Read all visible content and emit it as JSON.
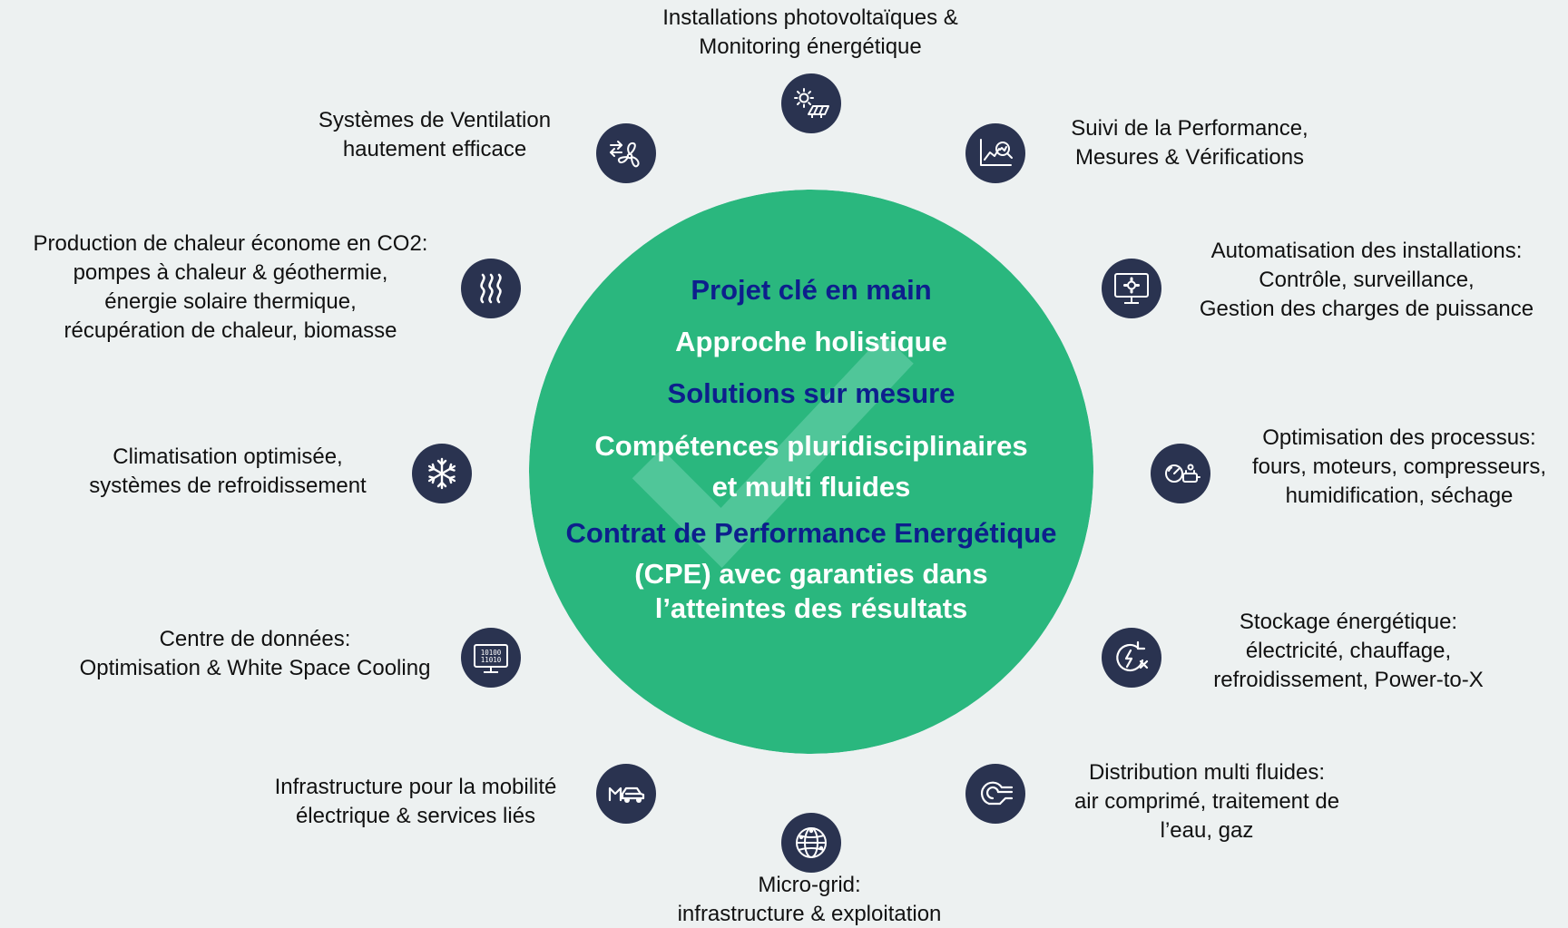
{
  "colors": {
    "background": "#edf1f1",
    "hub_fill": "#2ab77e",
    "hub_check": "#6fd3ae",
    "hub_text_navy": "#0d1f8c",
    "hub_text_white": "#ffffff",
    "icon_fill": "#2a3350"
  },
  "hub": {
    "line_1": "Projet clé en main",
    "line_2": "Approche holistique",
    "line_3": "Solutions sur mesure",
    "line_4": "Compétences pluridisciplinaires",
    "line_5": "et multi fluides",
    "line_6": "Contrat de Performance Energétique",
    "line_7": "(CPE) avec garanties dans",
    "line_8": "l’atteintes des résultats"
  },
  "services": [
    {
      "icon": "solar-panel-icon",
      "lines": [
        "Installations photovoltaïques &",
        "Monitoring énergétique"
      ]
    },
    {
      "icon": "chart-magnifier-icon",
      "lines": [
        "Suivi de la Performance,",
        "Mesures & Vérifications"
      ]
    },
    {
      "icon": "monitor-gear-icon",
      "lines": [
        "Automatisation des installations:",
        "Contrôle, surveillance,",
        "Gestion des charges de puissance"
      ]
    },
    {
      "icon": "gauge-engine-icon",
      "lines": [
        "Optimisation des processus:",
        "fours, moteurs, compresseurs,",
        "humidification, séchage"
      ]
    },
    {
      "icon": "battery-power-icon",
      "lines": [
        "Stockage énergétique:",
        "électricité, chauffage,",
        "refroidissement, Power-to-X"
      ]
    },
    {
      "icon": "pipe-flow-icon",
      "lines": [
        "Distribution multi fluides:",
        "air comprimé, traitement de",
        "l’eau, gaz"
      ]
    },
    {
      "icon": "globe-grid-icon",
      "lines": [
        "Micro-grid:",
        "infrastructure & exploitation"
      ]
    },
    {
      "icon": "electric-car-icon",
      "lines": [
        "Infrastructure pour la mobilité",
        "électrique & services liés"
      ]
    },
    {
      "icon": "server-binary-icon",
      "lines": [
        "Centre de données:",
        "Optimisation & White Space Cooling"
      ]
    },
    {
      "icon": "snowflake-icon",
      "lines": [
        "Climatisation optimisée,",
        "systèmes de refroidissement"
      ]
    },
    {
      "icon": "heat-waves-icon",
      "lines": [
        "Production de chaleur économe en CO2:",
        "pompes à chaleur & géothermie,",
        "énergie solaire thermique,",
        "récupération de chaleur, biomasse"
      ]
    },
    {
      "icon": "fan-arrows-icon",
      "lines": [
        "Systèmes de Ventilation",
        "hautement efficace"
      ]
    }
  ]
}
